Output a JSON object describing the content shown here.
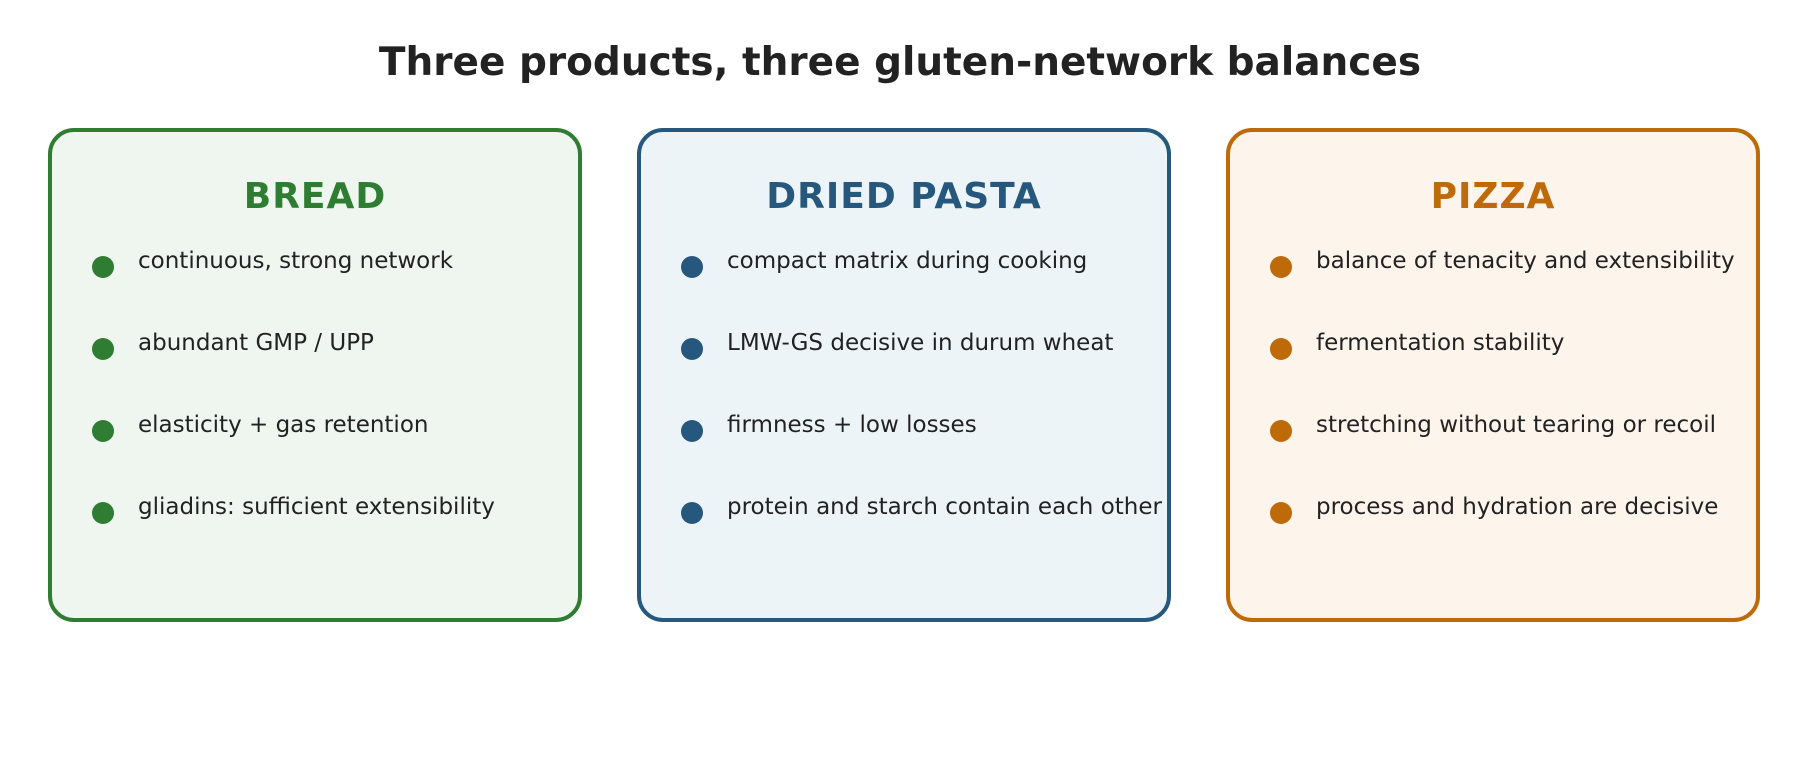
{
  "title": "Three products, three gluten-network balances",
  "cards": [
    {
      "title": "BREAD",
      "accent_color": "#2e7d32",
      "background_color": "#eef6ef",
      "items": [
        "continuous, strong network",
        "abundant GMP / UPP",
        "elasticity + gas retention",
        "gliadins: sufficient extensibility"
      ]
    },
    {
      "title": "DRIED PASTA",
      "accent_color": "#26587e",
      "background_color": "#edf4f8",
      "items": [
        "compact matrix during cooking",
        "LMW-GS decisive in durum wheat",
        "firmness + low losses",
        "protein and starch contain each other"
      ]
    },
    {
      "title": "PIZZA",
      "accent_color": "#bf6a08",
      "background_color": "#fdf5ec",
      "items": [
        "balance of tenacity and extensibility",
        "fermentation stability",
        "stretching without tearing or recoil",
        "process and hydration are decisive"
      ]
    }
  ]
}
